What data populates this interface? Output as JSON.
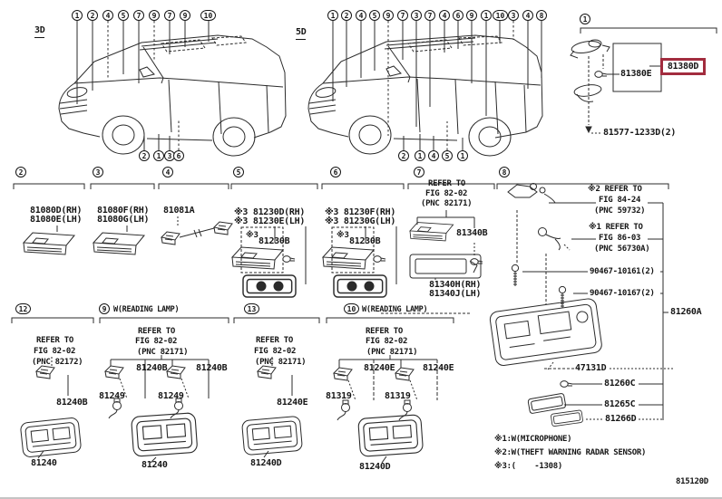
{
  "page": {
    "code": "815120D",
    "background": "#ffffff",
    "line_color": "#2b2b2b",
    "text_color": "#161616",
    "highlight_color": "#a22c3e"
  },
  "cars": {
    "car3d": {
      "label": "3D",
      "top_callouts": [
        "1",
        "2",
        "4",
        "5",
        "7",
        "9",
        "7",
        "9",
        "10"
      ],
      "bottom_callouts": [
        "2",
        "1",
        "3",
        "6"
      ]
    },
    "car5d": {
      "label": "5D",
      "top_callouts": [
        "1",
        "2",
        "4",
        "5",
        "9",
        "7",
        "3",
        "7",
        "4",
        "6",
        "9",
        "1",
        "10",
        "3",
        "4",
        "8"
      ],
      "bottom_callouts": [
        "2",
        "1",
        "4",
        "5",
        "1"
      ]
    }
  },
  "section_spot_lamp": {
    "number": "1",
    "part_unit": "81380E",
    "part_selected": "81380D",
    "part_screw": "81577-1233D(2)"
  },
  "middle_sections": {
    "s2": {
      "number": "2",
      "line1": "81080D(RH)",
      "line2": "81080E(LH)"
    },
    "s3": {
      "number": "3",
      "line1": "81080F(RH)",
      "line2": "81080G(LH)"
    },
    "s4": {
      "number": "4",
      "line1": "81081A"
    },
    "s5": {
      "number": "5",
      "line1": "※3 81230D(RH)",
      "line2": "※3 81230E(LH)",
      "note": "※3",
      "bulb": "81230B"
    },
    "s6": {
      "number": "6",
      "line1": "※3 81230F(RH)",
      "line2": "※3 81230G(LH)",
      "note": "※3",
      "bulb": "81230B"
    },
    "s7": {
      "number": "7",
      "refer1": "REFER TO",
      "refer2": "FIG 82-02",
      "refer3": "(PNC 82171)",
      "bulb": "81340B",
      "line1": "81340H(RH)",
      "line2": "81340J(LH)"
    }
  },
  "right_section": {
    "number": "8",
    "refer_a1": "※2 REFER TO",
    "refer_a2": "FIG 84-24",
    "refer_a3": "(PNC 59732)",
    "refer_b1": "※1 REFER TO",
    "refer_b2": "FIG 86-03",
    "refer_b3": "(PNC 56730A)",
    "screw1": "90467-10161(2)",
    "screw2": "90467-10167(2)",
    "assy": "81260A",
    "part1": "47131D",
    "part2": "81260C",
    "part3": "81265C",
    "part4": "81266D"
  },
  "bottom_sections": {
    "b12": {
      "number": "12",
      "refer1": "REFER TO",
      "refer2": "FIG 82-02",
      "refer3": "(PNC 82172)",
      "unit": "81240B",
      "lamp": "81240"
    },
    "b9": {
      "number": "9",
      "tag": "W(READING LAMP)",
      "refer1": "REFER TO",
      "refer2": "FIG 82-02",
      "refer3": "(PNC 82171)",
      "unit1": "81240B",
      "unit2": "81240B",
      "wire1": "81249",
      "wire2": "81249",
      "lamp": "81240"
    },
    "b13": {
      "number": "13",
      "refer1": "REFER TO",
      "refer2": "FIG 82-02",
      "refer3": "(PNC 82171)",
      "unit": "81240E",
      "lamp": "81240D"
    },
    "b10": {
      "number": "10",
      "tag": "W(READING LAMP)",
      "refer1": "REFER TO",
      "refer2": "FIG 82-02",
      "refer3": "(PNC 82171)",
      "unit1": "81240E",
      "unit2": "81240E",
      "wire1": "81319",
      "wire2": "81319",
      "lamp": "81240D"
    }
  },
  "footnotes": {
    "f1": "※1:W(MICROPHONE)",
    "f2": "※2:W(THEFT WARNING RADAR SENSOR)",
    "f3": "※3:(    -1308)"
  }
}
